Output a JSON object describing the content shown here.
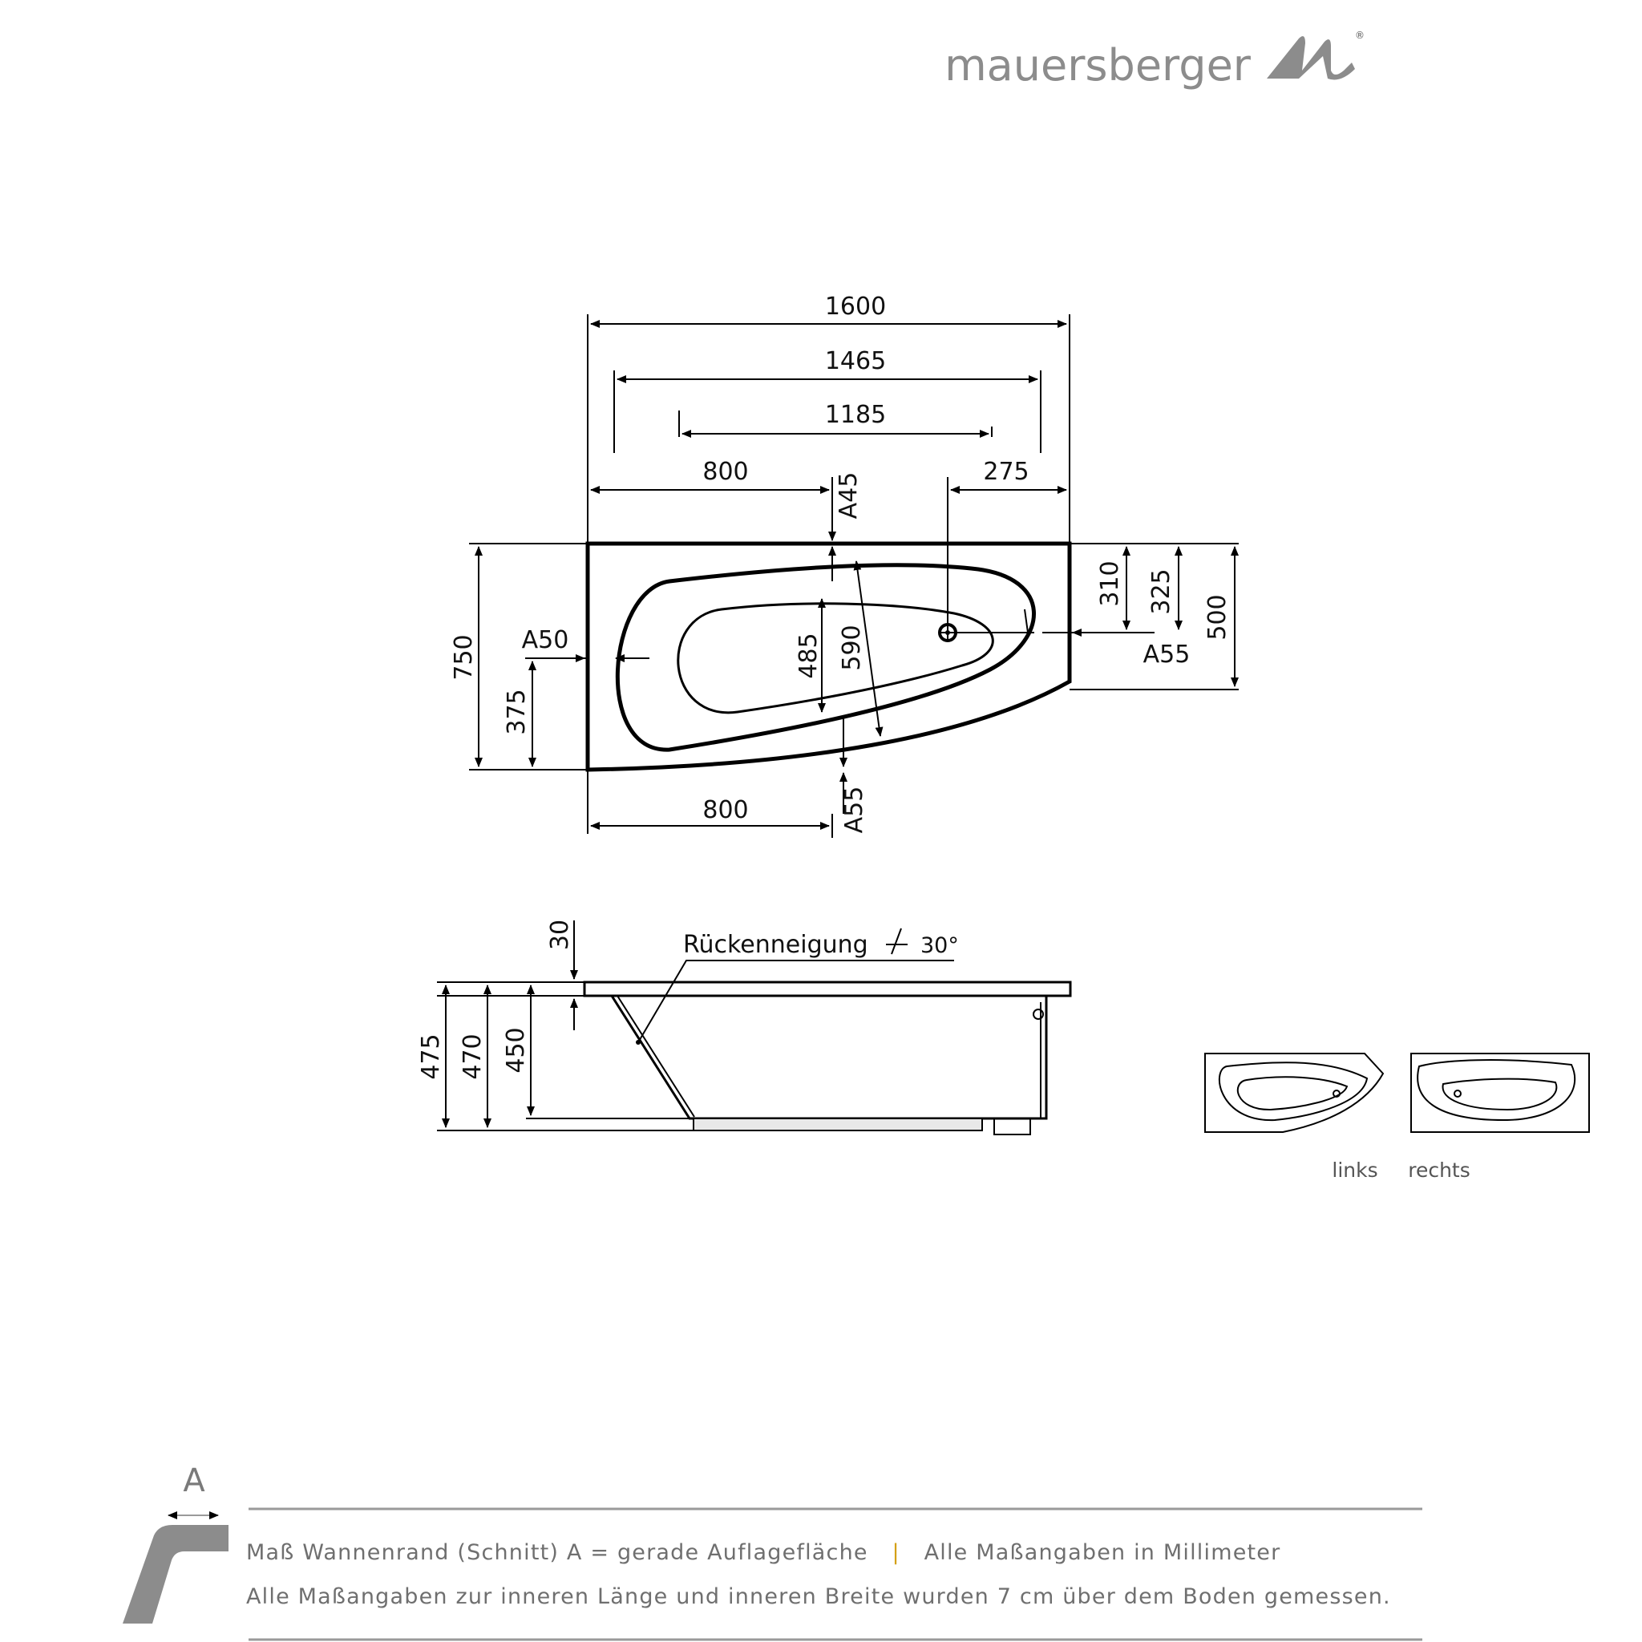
{
  "brand": {
    "name": "mauersberger",
    "registered": "®"
  },
  "top_view": {
    "total_length": "1600",
    "inner_length": "1465",
    "bottom_length": "1185",
    "left_offset_top": "800",
    "drain_offset": "275",
    "rim_top": "A45",
    "total_width": "750",
    "half_width": "375",
    "rim_left": "A50",
    "inner_width": "485",
    "inner_width_max": "590",
    "right_offset_1": "310",
    "right_offset_2": "325",
    "right_width": "500",
    "rim_right": "A55",
    "left_offset_bottom": "800",
    "rim_bottom": "A55"
  },
  "side_view": {
    "rim_thickness": "30",
    "backrest_label": "Rückenneigung",
    "backrest_angle": "30°",
    "height_1": "475",
    "height_2": "470",
    "height_3": "450"
  },
  "variants": {
    "left": "links",
    "right": "rechts"
  },
  "legend": {
    "symbol": "A",
    "line1_a": "Maß Wannenrand (Schnitt) A = gerade Auflagefläche",
    "separator": "|",
    "line1_b": "Alle Maßangaben in Millimeter",
    "line2": "Alle Maßangaben zur inneren Länge und inneren Breite wurden 7 cm über dem Boden gemessen."
  },
  "colors": {
    "text": "#111111",
    "brand_gray": "#8c8c8c",
    "note_gray": "#6f6f6f",
    "separator": "#d4a017",
    "rule_gray": "#9a9a9a"
  }
}
